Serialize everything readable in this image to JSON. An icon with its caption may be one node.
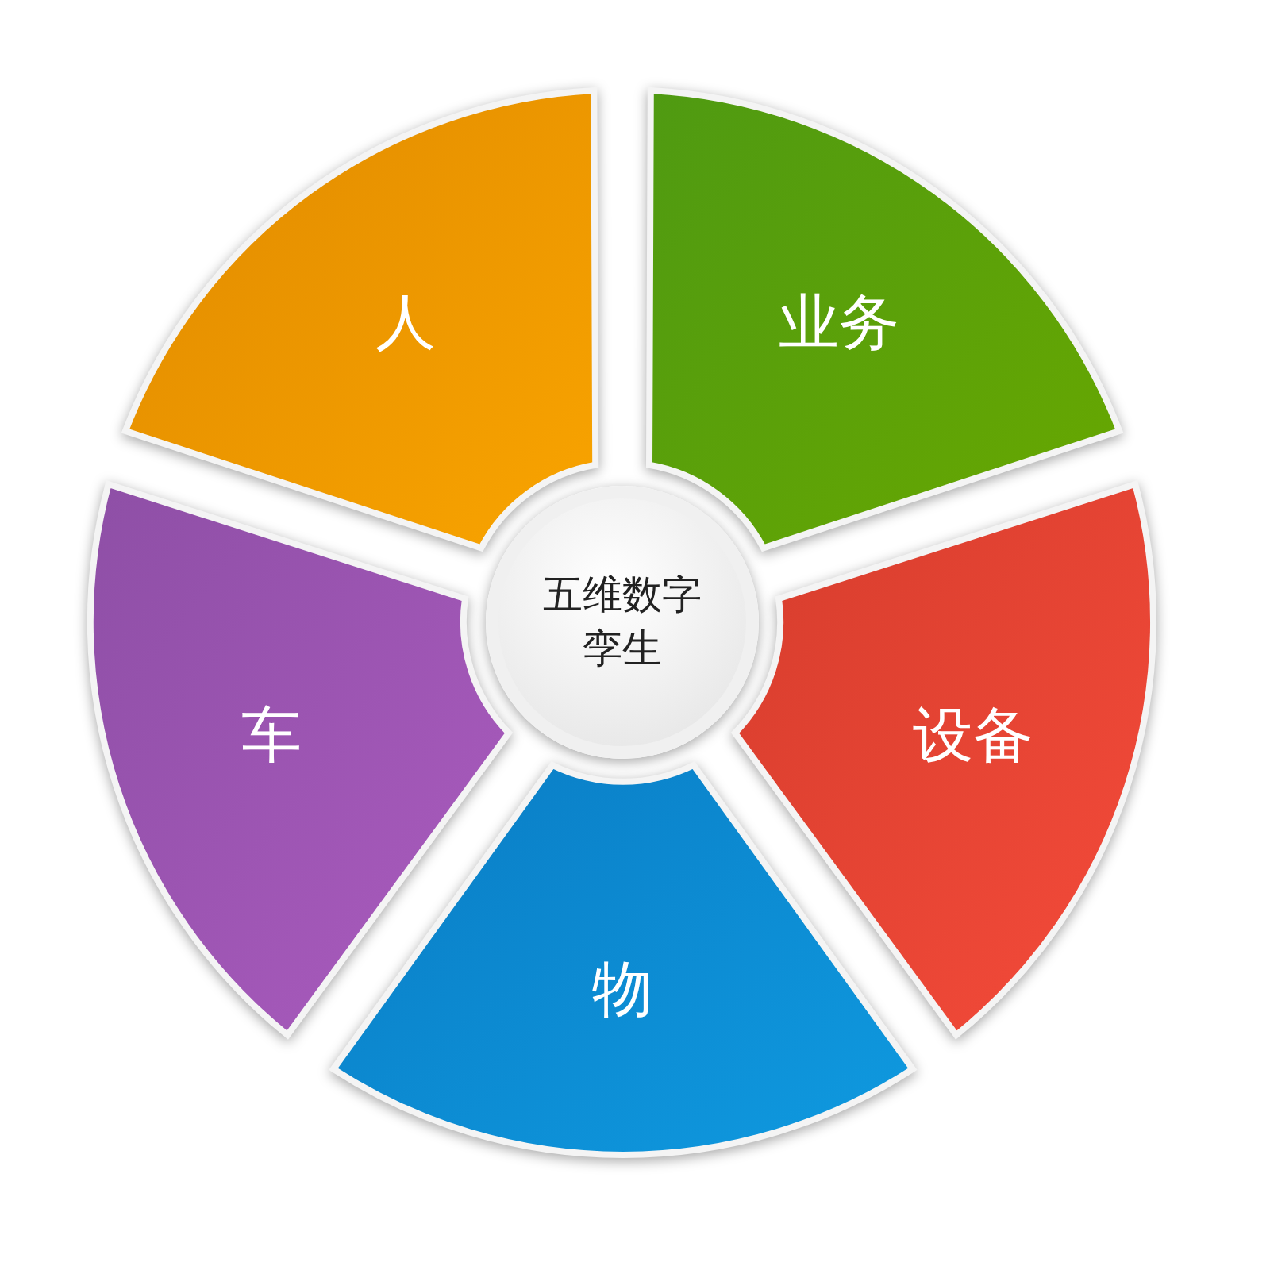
{
  "diagram": {
    "nodes": [
      {
        "text": [
          "五维数字孪生"
        ]
      },
      {
        "text": [
          "人"
        ]
      },
      {
        "text": [
          "业务"
        ]
      },
      {
        "text": [
          "设备"
        ]
      },
      {
        "text": [
          "物"
        ]
      },
      {
        "text": [
          "车"
        ]
      }
    ]
  }
}
